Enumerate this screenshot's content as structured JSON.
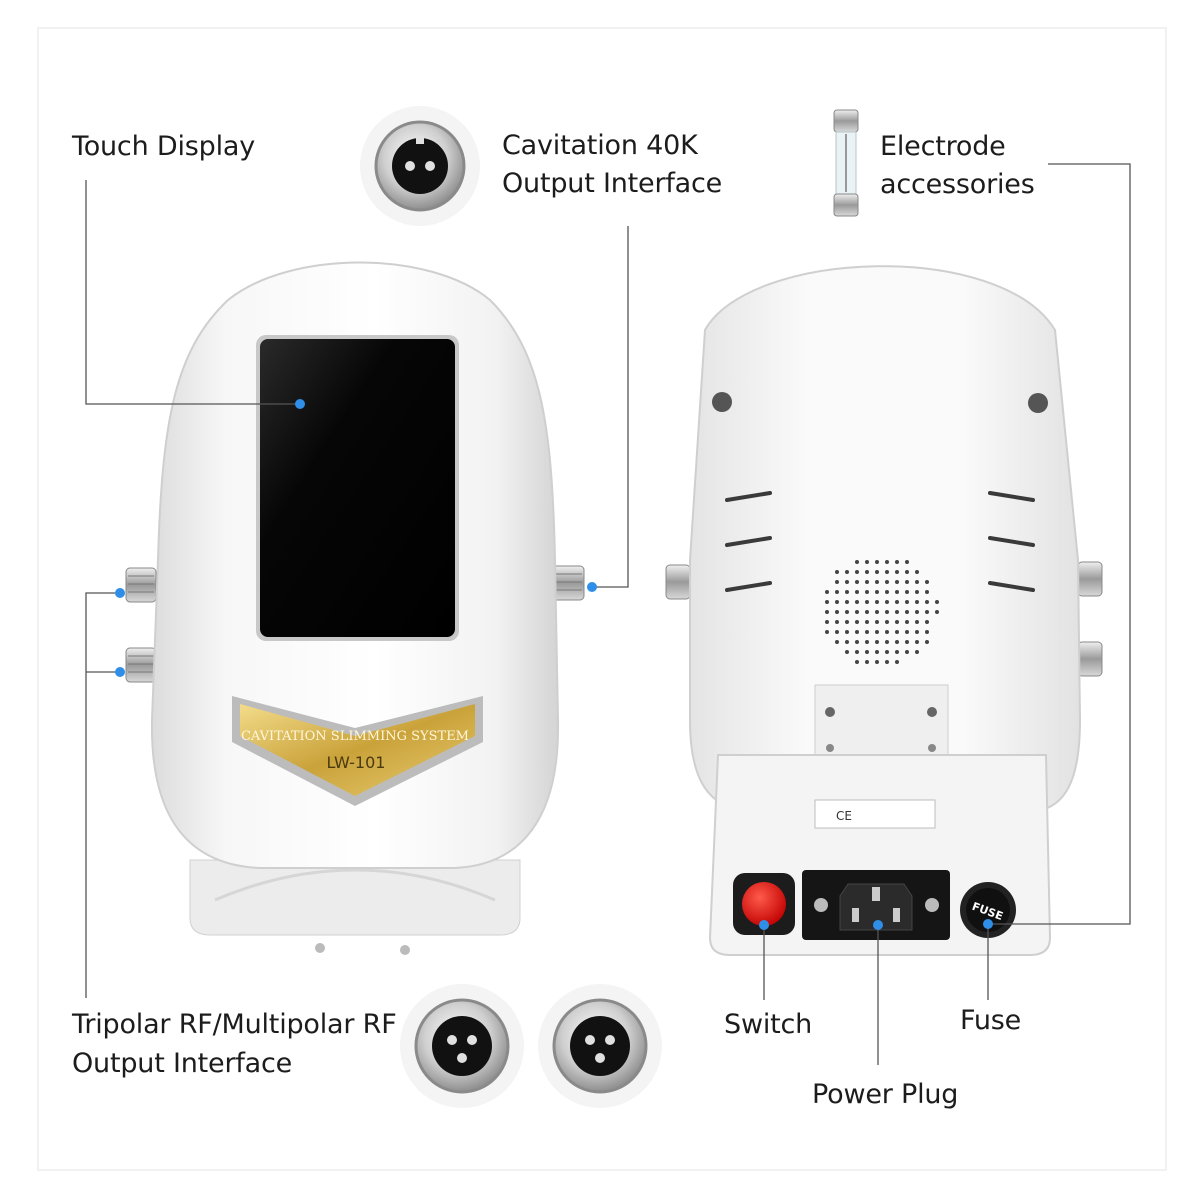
{
  "labels": {
    "touch_display": "Touch Display",
    "cavitation_line1": "Cavitation 40K",
    "cavitation_line2": "Output Interface",
    "electrode_line1": "Electrode",
    "electrode_line2": "accessories",
    "rf_line1": "Tripolar RF/Multipolar RF",
    "rf_line2": "Output Interface",
    "switch": "Switch",
    "power_plug": "Power Plug",
    "fuse": "Fuse"
  },
  "device": {
    "badge_text": "CAVITATION SLIMMING SYSTEM",
    "model": "LW-101",
    "fuse_cap_text": "FUSE",
    "ce_mark": "CE"
  },
  "colors": {
    "callout_dot": "#2f8fe8",
    "leader_line": "#555555",
    "device_body": "#f6f6f6",
    "screen": "#050505",
    "badge_gold": "#d8b64a",
    "switch_red": "#e01010"
  }
}
